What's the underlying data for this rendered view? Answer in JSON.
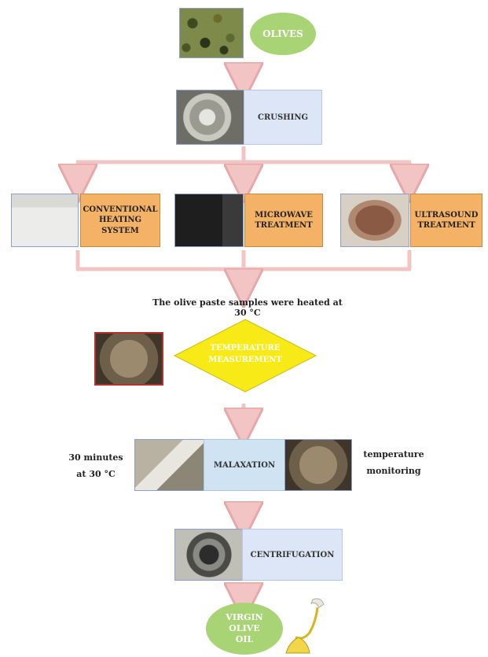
{
  "steps": {
    "olives": "OLIVES",
    "crushing": "CRUSHING",
    "conventional": "CONVENTIONAL\nHEATING\nSYSTEM",
    "microwave": "MICROWAVE\nTREATMENT",
    "ultrasound": "ULTRASOUND\nTREATMENT",
    "heated_note": "The olive paste samples were heated at 30 °C",
    "temperature_measurement": "TEMPERATURE\nMEASUREMENT",
    "malaxation": "MALAXATION",
    "malax_left": "30 minutes\nat 30 °C",
    "malax_right": "temperature\nmonitoring",
    "centrifugation": "CENTRIFUGATION",
    "final": "VIRGIN\nOLIVE\nOIL"
  },
  "colors": {
    "arrow": "#f2c4c4",
    "arrow_border": "#e6a8a8",
    "ellipse": "#a8d476",
    "orange_box": "#f4b266",
    "blue_box": "#dde6f6",
    "diamond": "#f7ea16"
  }
}
